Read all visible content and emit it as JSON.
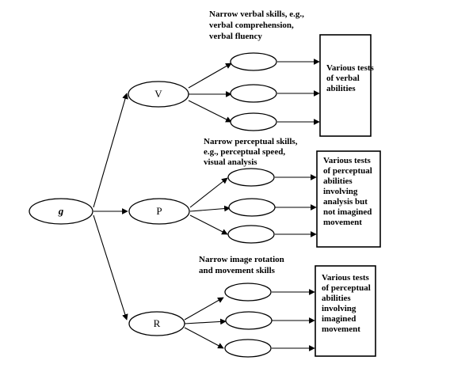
{
  "nodes": {
    "g": "g",
    "v": "V",
    "p": "P",
    "r": "R"
  },
  "verbal": {
    "caption_lines": [
      "Narrow verbal skills, e.g.,",
      "verbal comprehension,",
      "verbal fluency"
    ],
    "box_lines": [
      "Various tests",
      "of verbal",
      "abilities"
    ]
  },
  "perceptual": {
    "caption_lines": [
      "Narrow perceptual skills,",
      "e.g., perceptual speed,",
      "visual analysis"
    ],
    "box_lines": [
      "Various tests",
      "of perceptual",
      "abilities",
      "involving",
      "analysis but",
      "not imagined",
      "movement"
    ]
  },
  "rotation": {
    "caption_lines": [
      "Narrow image rotation",
      "and movement skills"
    ],
    "box_lines": [
      "Various tests",
      "of perceptual",
      "abilities",
      "involving",
      "imagined",
      "movement"
    ]
  }
}
